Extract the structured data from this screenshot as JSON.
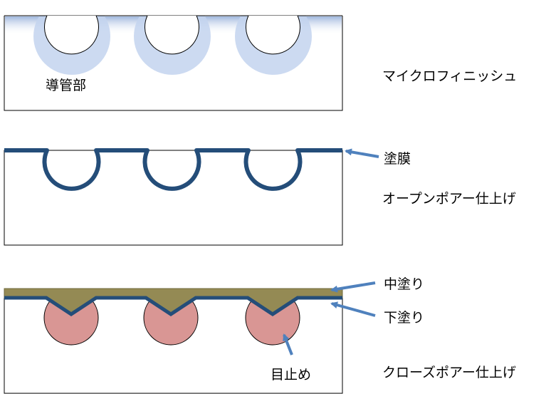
{
  "panel1": {
    "vessel_label": "導管部",
    "caption": "マイクロフィニッシュ"
  },
  "panel2": {
    "coating_label": "塗膜",
    "caption": "オープンポアー仕上げ"
  },
  "panel3": {
    "middle_coat_label": "中塗り",
    "under_coat_label": "下塗り",
    "filler_label": "目止め",
    "caption": "クローズポアー仕上げ"
  },
  "colors": {
    "coat_blue": "#244d79",
    "arrow_blue": "#4f81bd",
    "glow_blue": "#a7bfe3",
    "middle_coat": "#948a54",
    "filler_pink": "#d99694",
    "outline": "#000000"
  }
}
